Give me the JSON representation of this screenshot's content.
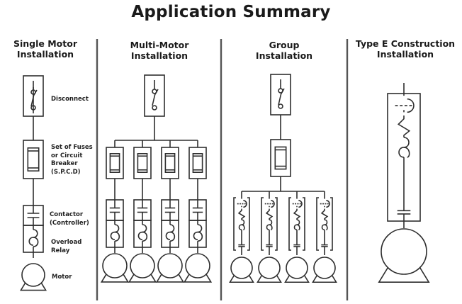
{
  "title": "Application Summary",
  "columns": [
    {
      "id": "single",
      "line1": "Single Motor",
      "line2": "Installation"
    },
    {
      "id": "multi",
      "line1": "Multi-Motor",
      "line2": "Installation"
    },
    {
      "id": "group",
      "line1": "Group",
      "line2": "Installation"
    },
    {
      "id": "typee",
      "line1": "Type E Construction",
      "line2": "Installation"
    }
  ],
  "labels": {
    "disconnect": [
      "Disconnect"
    ],
    "fuses": [
      "Set of Fuses",
      "or Circuit",
      "Breaker",
      "(S.P.C.D)"
    ],
    "contactor": [
      "Contactor",
      "(Controller)"
    ],
    "overload": [
      "Overload",
      "Relay"
    ],
    "motor": [
      "Motor"
    ]
  },
  "counts": {
    "multi_motor_branches": 4,
    "group_motor_branches": 4
  },
  "colors": {
    "line": "#2e2e2e",
    "divider": "#555555",
    "text": "#1a1a1a"
  }
}
